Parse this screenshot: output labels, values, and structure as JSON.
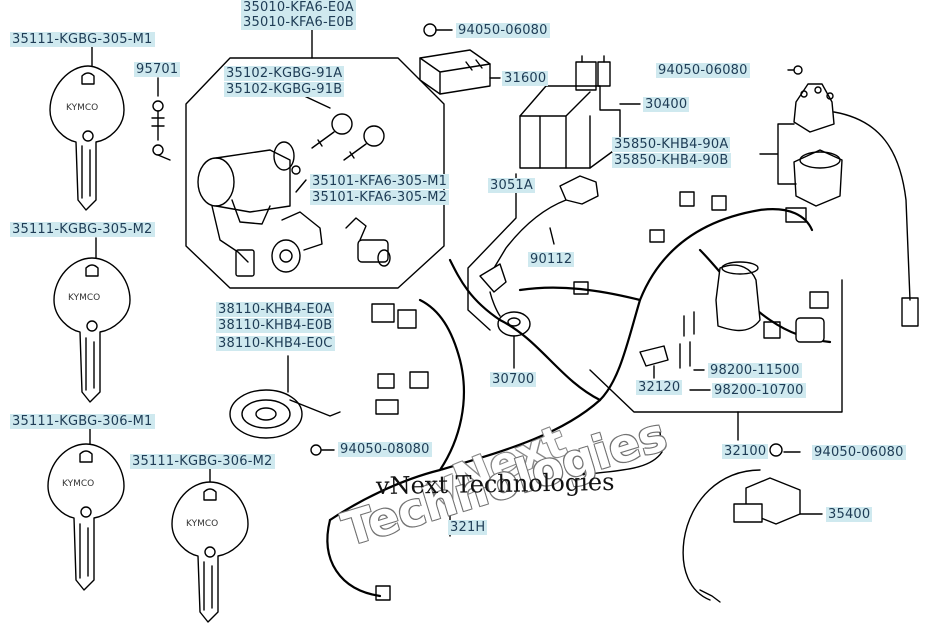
{
  "labels": {
    "key_305_m1": "35111-KGBG-305-M1",
    "bolt_95701": "95701",
    "key_305_m2": "35111-KGBG-305-M2",
    "key_306_m1": "35111-KGBG-306-M1",
    "key_306_m2": "35111-KGBG-306-M2",
    "lock_kit_a": "35010-KFA6-E0A",
    "lock_kit_b": "35010-KFA6-E0B",
    "cyl_91a": "35102-KGBG-91A",
    "cyl_91b": "35102-KGBG-91B",
    "switch_a": "35101-KFA6-305-M1",
    "switch_b": "35101-KFA6-305-M2",
    "horn_a": "38110-KHB4-E0A",
    "horn_b": "38110-KHB4-E0B",
    "horn_c": "38110-KHB4-E0C",
    "nut_08080": "94050-08080",
    "nut_06080_top": "94050-06080",
    "reg_31600": "31600",
    "fuse_30400": "30400",
    "nut_06080_right": "94050-06080",
    "starter_a": "35850-KHB4-90A",
    "starter_b": "35850-KHB4-90B",
    "cap_30510": "3051A",
    "screw_90112": "90112",
    "cap_30700": "30700",
    "bolt_11500": "98200-11500",
    "bolt_10700": "98200-10700",
    "coil_32120": "32120",
    "harness_32100": "32100",
    "nut_06080_low": "94050-06080",
    "relay_35400": "35400",
    "sub_32110": "321H"
  },
  "watermark": {
    "line1": "vNext Technologies",
    "line2": "Technologies",
    "line3": "vNext"
  },
  "key_brand": "KYMCO",
  "colors": {
    "label_bg": "#cfe9ef",
    "label_text": "#1e3c55",
    "line": "#000000"
  }
}
